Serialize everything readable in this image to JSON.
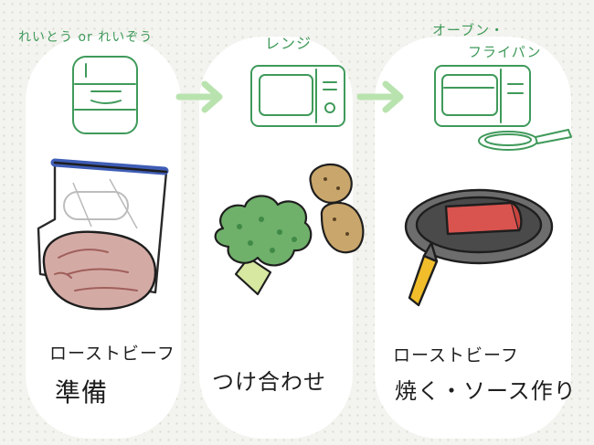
{
  "steps": [
    {
      "appliance_label": "れいとう or れいぞう",
      "title_line1": "ローストビーフ",
      "title_line2": "準備"
    },
    {
      "appliance_label": "レンジ",
      "title_line1": "つけ合わせ",
      "title_line2": ""
    },
    {
      "appliance_label_line1": "オーブン・",
      "appliance_label_line2": "フライパン",
      "title_line1": "ローストビーフ",
      "title_line2": "焼く・ソース作り"
    }
  ],
  "colors": {
    "appliance_green": "#3f9a5a",
    "arrow_green": "#b9e3ae",
    "beef_red": "#d9534f",
    "broccoli_green": "#6fb06a",
    "potato_tan": "#c9a66b",
    "pan_handle_yellow": "#f1bd2a",
    "bag_blue": "#3f5db5"
  }
}
